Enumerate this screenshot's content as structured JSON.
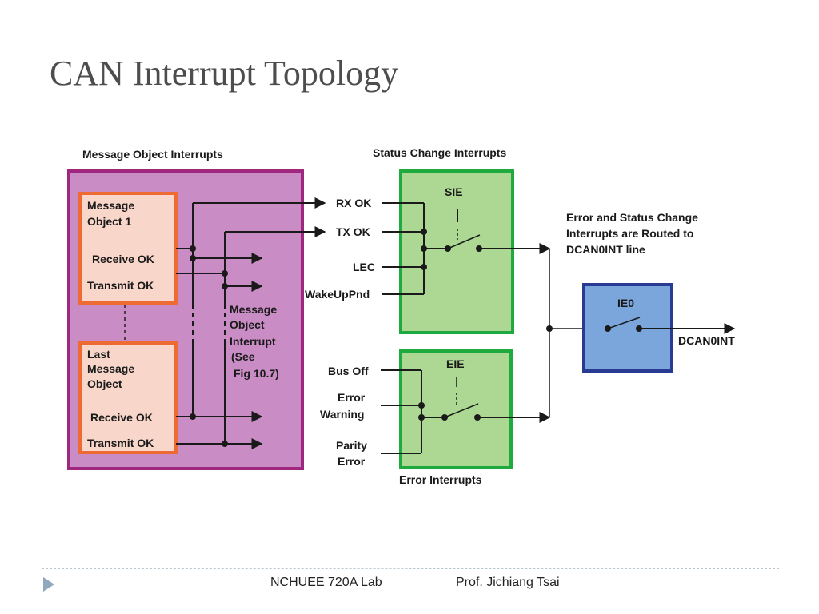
{
  "slide": {
    "title": "CAN Interrupt Topology",
    "footer_lab": "NCHUEE 720A Lab",
    "footer_prof": "Prof. Jichiang Tsai"
  },
  "diagram": {
    "labels": {
      "message_object_interrupts": "Message Object Interrupts",
      "status_change_interrupts": "Status Change Interrupts",
      "error_interrupts": "Error Interrupts",
      "msg_obj1_line1": "Message",
      "msg_obj1_line2": "Object 1",
      "receive_ok_1": "Receive OK",
      "transmit_ok_1": "Transmit OK",
      "last_line1": "Last",
      "last_line2": "Message",
      "last_line3": "Object",
      "receive_ok_2": "Receive OK",
      "transmit_ok_2": "Transmit OK",
      "moi_line1": "Message",
      "moi_line2": "Object",
      "moi_line3": "Interrupt",
      "moi_line4": "(See",
      "moi_line5": "Fig 10.7)",
      "rx_ok": "RX OK",
      "tx_ok": "TX OK",
      "lec": "LEC",
      "wakeuppnd": "WakeUpPnd",
      "bus_off": "Bus Off",
      "error_warning_line1": "Error",
      "error_warning_line2": "Warning",
      "parity_line1": "Parity",
      "parity_line2": "Error",
      "sie": "SIE",
      "eie": "EIE",
      "ie0": "IE0",
      "routed_line1": "Error and Status Change",
      "routed_line2": "Interrupts are Routed to",
      "routed_line3": "DCAN0INT line",
      "dcan0int": "DCAN0INT"
    },
    "colors": {
      "message_object_box_fill": "#c98cc4",
      "message_object_box_border": "#a0277f",
      "object_fill": "#f8d6c9",
      "object_border": "#ee6a33",
      "switch_box_fill": "#acd893",
      "switch_box_border": "#1faa3f",
      "ie0_fill": "#7ba6dc",
      "ie0_border": "#283a92",
      "title_color": "#4d4d4d",
      "footer_arrow": "#8fa8bd"
    }
  }
}
